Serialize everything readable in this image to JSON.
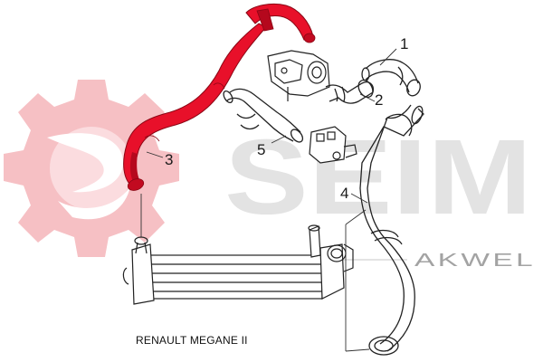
{
  "caption": "RENAULT MEGANE II",
  "callouts": [
    "1",
    "2",
    "3",
    "4",
    "5"
  ],
  "logo": {
    "primary": "SEIM",
    "secondary": "AKWEL"
  },
  "colors": {
    "highlight_part": "#e8102a",
    "highlight_shade": "#b5081d",
    "logo_gear": "#f6c0c4",
    "logo_text": "#e3e3e3",
    "line_art": "#222222"
  }
}
